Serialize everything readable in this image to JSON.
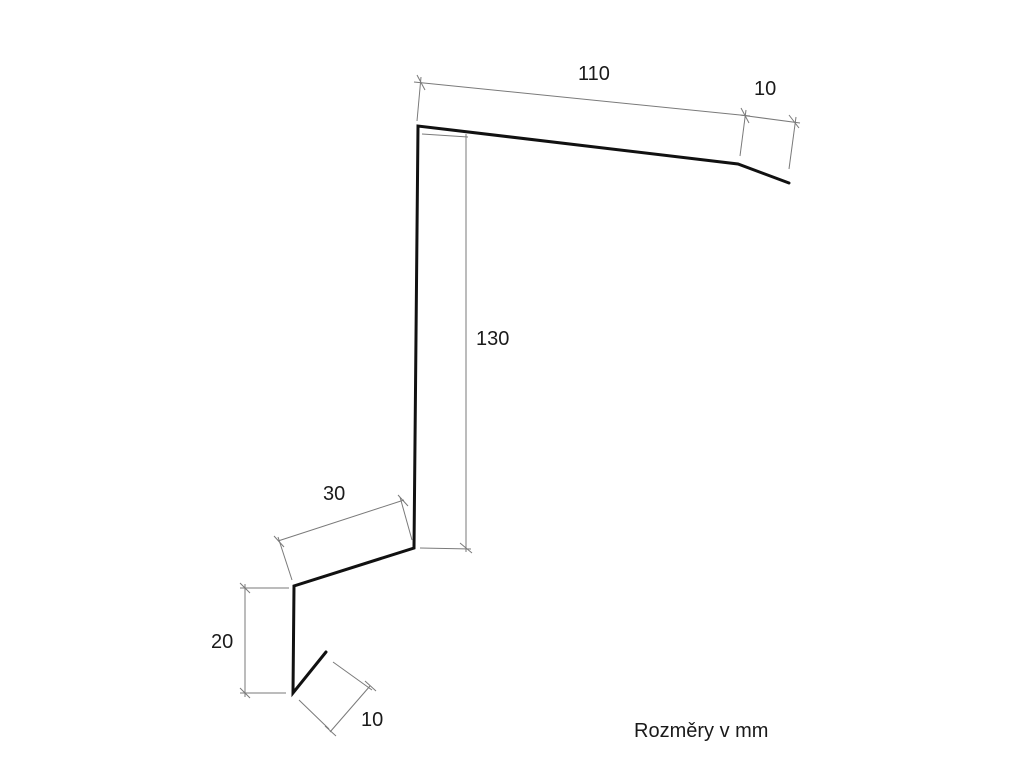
{
  "diagram": {
    "dimensions": {
      "top_width": "110",
      "top_lip": "10",
      "height": "130",
      "lower_slope": "30",
      "drip_height": "20",
      "bottom_hook": "10"
    },
    "note": "Rozměry v mm"
  }
}
